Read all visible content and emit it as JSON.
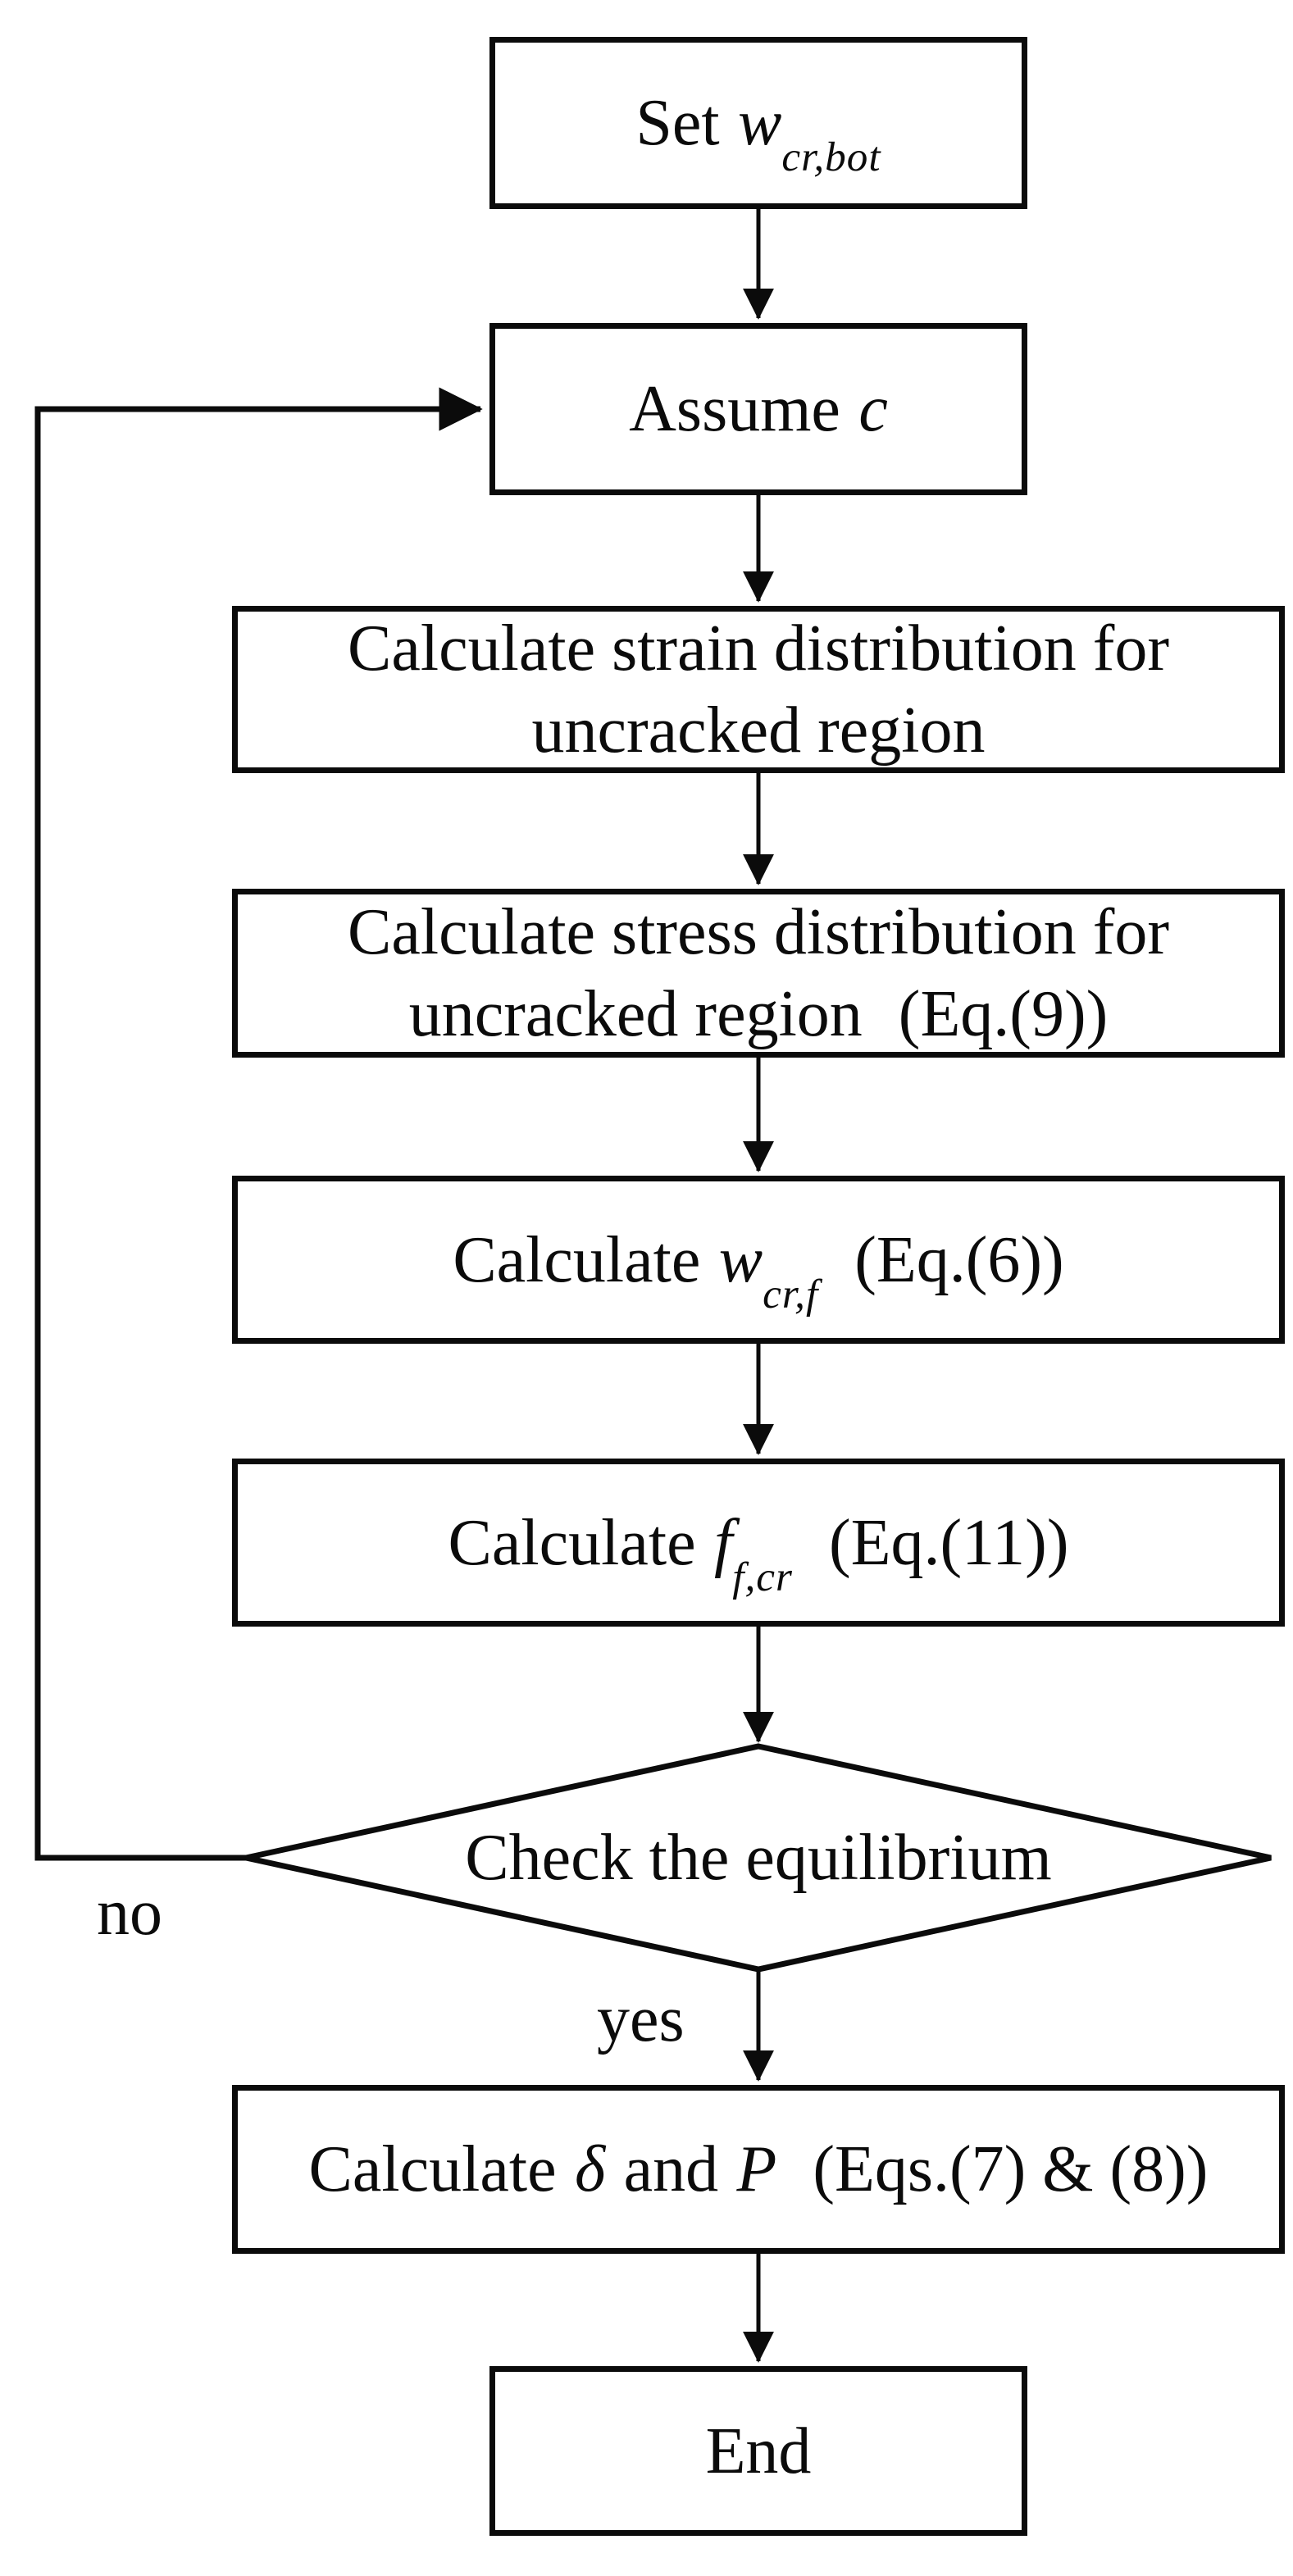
{
  "diagram": {
    "colors": {
      "stroke": "#0b0b0b",
      "background": "#ffffff",
      "text": "#0b0b0b"
    },
    "nodes": {
      "set": {
        "prefix": "Set",
        "var": "w",
        "sub": "cr,bot"
      },
      "assume": {
        "prefix": "Assume",
        "var": "c"
      },
      "strain": {
        "line1": "Calculate strain distribution for",
        "line2": "uncracked region"
      },
      "stress": {
        "line1": "Calculate stress distribution for",
        "line2": "uncracked region",
        "eq": "(Eq.(9))"
      },
      "wcrf": {
        "prefix": "Calculate",
        "var": "w",
        "sub": "cr,f",
        "eq": "(Eq.(6))"
      },
      "ffcr": {
        "prefix": "Calculate",
        "var": "f",
        "sub": "f,cr",
        "eq": "(Eq.(11))"
      },
      "check": {
        "label": "Check the equilibrium"
      },
      "calc_dp": {
        "prefix": "Calculate",
        "var1": "δ",
        "mid": "and",
        "var2": "P",
        "eq": "(Eqs.(7) & (8))"
      },
      "end": {
        "label": "End"
      }
    },
    "edge_labels": {
      "no": "no",
      "yes": "yes"
    }
  }
}
